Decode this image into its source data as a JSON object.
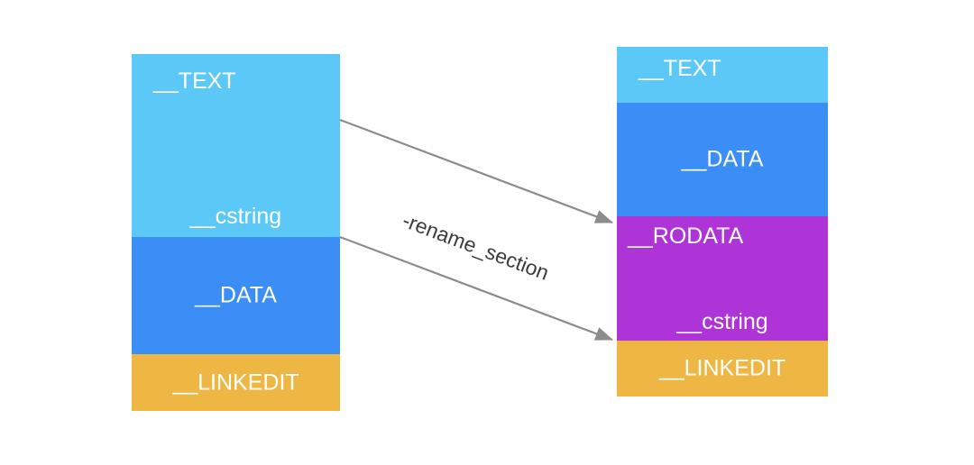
{
  "diagram": {
    "title": "Mach-O section rename diagram",
    "background": "#ffffff",
    "colors": {
      "text_segment": "#5CC8F8",
      "data_segment": "#3A8EF5",
      "rodata_segment": "#AF34D7",
      "linkedit_segment": "#EEB743",
      "arrow": "#8c8c8c",
      "label_text": "#3b3b3b",
      "segment_label_text": "#ffffff"
    },
    "before": {
      "name": "before-binary-layout",
      "segments": [
        {
          "key": "text",
          "label": "__TEXT",
          "color": "#5CC8F8",
          "sub_label": "__cstring"
        },
        {
          "key": "data",
          "label": "__DATA",
          "color": "#3A8EF5",
          "sub_label": ""
        },
        {
          "key": "linkedit",
          "label": "__LINKEDIT",
          "color": "#EEB743",
          "sub_label": ""
        }
      ]
    },
    "after": {
      "name": "after-binary-layout",
      "segments": [
        {
          "key": "text",
          "label": "__TEXT",
          "color": "#5CC8F8",
          "sub_label": ""
        },
        {
          "key": "data",
          "label": "__DATA",
          "color": "#3A8EF5",
          "sub_label": ""
        },
        {
          "key": "rodata",
          "label": "__RODATA",
          "color": "#AF34D7",
          "sub_label": "__cstring"
        },
        {
          "key": "linkedit",
          "label": "__LINKEDIT",
          "color": "#EEB743",
          "sub_label": ""
        }
      ]
    },
    "arrows": [
      {
        "name": "arrow-text-to-rodata",
        "from": "__TEXT top edge",
        "to": "__RODATA top edge"
      },
      {
        "name": "arrow-cstring-to-bottom",
        "from": "__TEXT bottom edge",
        "to": "__RODATA bottom edge"
      }
    ],
    "operation_label": "-rename_section"
  }
}
